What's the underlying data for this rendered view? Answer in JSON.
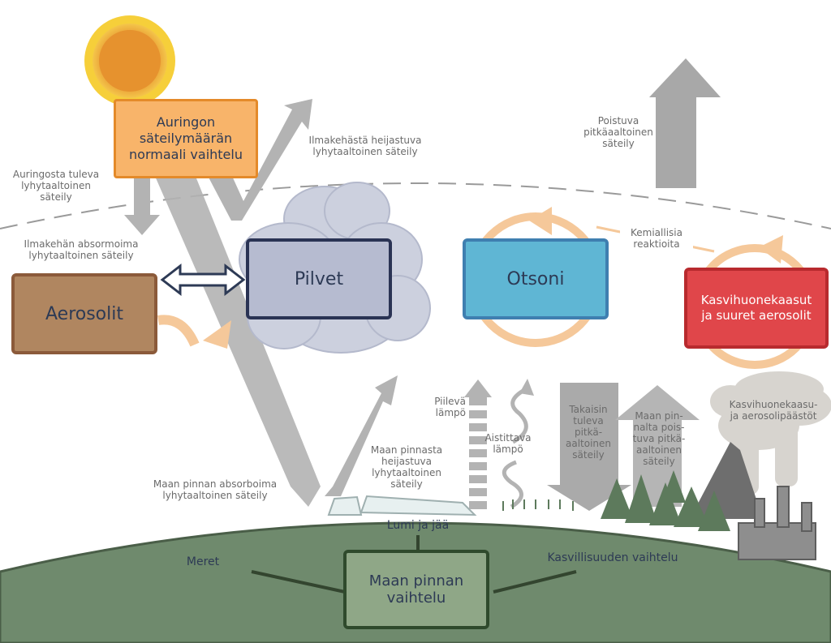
{
  "labels": {
    "solar_variation": "Auringon\nsäteilymäärän\nnormaali vaihtelu",
    "incoming_sw": "Auringosta tuleva\nlyhytaaltoinen\nsäteily",
    "atmos_reflected": "Ilmakehästä heijastuva\nlyhytaaltoinen säteily",
    "atmos_absorbed": "Ilmakehän absormoima\nlyhytaaltoinen säteily",
    "outgoing_lw": "Poistuva\npitkäaaltoinen\nsäteily",
    "chemical": "Kemiallisia\nreaktioita",
    "clouds": "Pilvet",
    "ozone": "Otsoni",
    "aerosols": "Aerosolit",
    "ghg": "Kasvihuonekaasut\nja suuret aerosolit",
    "latent_heat": "Piilevä\nlämpö",
    "sensible_heat": "Aistittava\nlämpö",
    "back_lw": "Takaisin\ntuleva\npitkä-\naaltoinen\nsäteily",
    "surface_lw": "Maan pin-\nnalta pois-\ntuva pitkä-\naaltoinen\nsäteily",
    "emissions": "Kasvihuonekaasu-\nja aerosolipäästöt",
    "surface_reflected": "Maan pinnasta\nheijastuva\nlyhytaaltoinen\nsäteily",
    "surface_absorbed": "Maan pinnan absorboima\nlyhytaaltoinen säteily",
    "snow_ice": "Lumi ja jää",
    "oceans": "Meret",
    "vegetation": "Kasvillisuuden vaihtelu",
    "surface_change": "Maan pinnan\nvaihtelu"
  },
  "colors": {
    "ground": "#6f8a6d",
    "arrow_gray": "#b3b3b3",
    "cycle_orange": "#f5c89a",
    "sun_box": "#f8b46a",
    "clouds_box": "#b6bbd0",
    "ozone_box": "#5fb6d4",
    "aerosols_box": "#b08660",
    "ghg_box": "#e0464a",
    "surface_box": "#8fa787",
    "text_dark": "#2d3a55",
    "label_gray": "#6b6b6b"
  }
}
